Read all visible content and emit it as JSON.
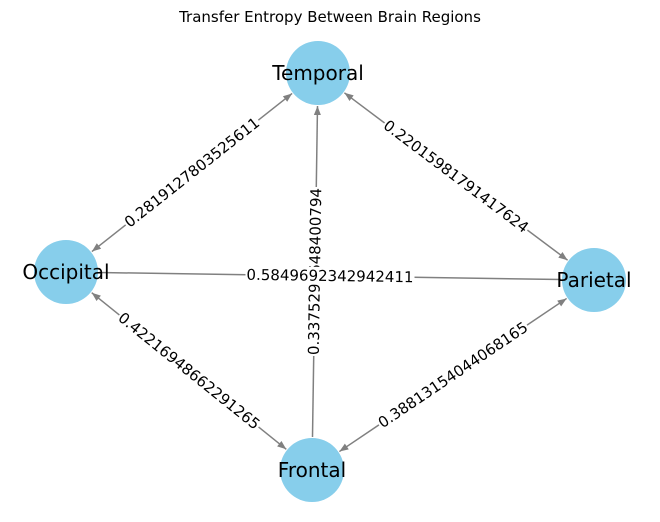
{
  "title": "Transfer Entropy Between Brain Regions",
  "colors": {
    "node": "#87CEEB",
    "edge": "#808080",
    "text": "#000000"
  },
  "nodes": [
    {
      "id": "temporal",
      "label": "Temporal"
    },
    {
      "id": "parietal",
      "label": "Parietal"
    },
    {
      "id": "frontal",
      "label": "Frontal"
    },
    {
      "id": "occipital",
      "label": "Occipital"
    }
  ],
  "edges": [
    {
      "id": "occipital-temporal",
      "label": "0.2819127803525611",
      "arrows": [
        "source",
        "target"
      ]
    },
    {
      "id": "temporal-parietal",
      "label": "0.22015981791417624",
      "arrows": [
        "source",
        "target"
      ]
    },
    {
      "id": "parietal-frontal",
      "label": "0.38813154044068165",
      "arrows": [
        "source",
        "target"
      ]
    },
    {
      "id": "frontal-occipital",
      "label": "0.42216948662291265",
      "arrows": [
        "source",
        "target"
      ]
    },
    {
      "id": "frontal-temporal",
      "label": "0.3375290648400794",
      "arrows": [
        "target"
      ]
    },
    {
      "id": "occipital-parietal",
      "label": "0.5849692342942411",
      "arrows": []
    }
  ]
}
